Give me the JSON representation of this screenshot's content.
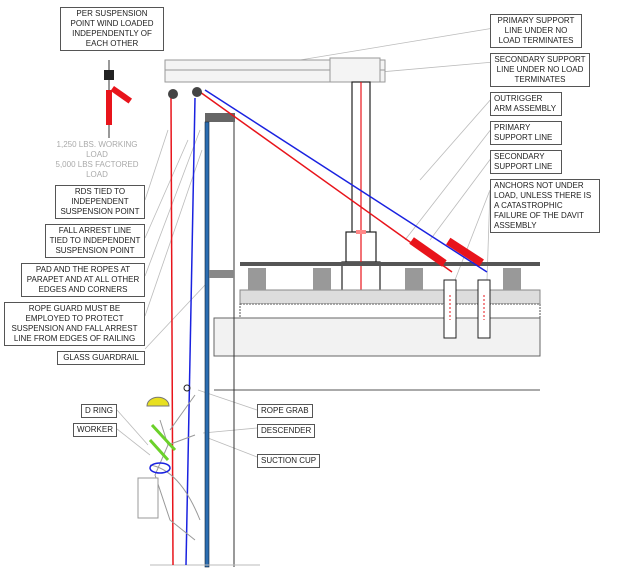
{
  "labels": {
    "wind_loaded": "PER SUSPENSION POINT WIND LOADED INDEPENDENTLY OF EACH OTHER",
    "load_working": "1,250 LBS. WORKING LOAD",
    "load_factored": "5,000 LBS FACTORED LOAD",
    "rds": "RDS TIED TO INDEPENDENT SUSPENSION POINT",
    "fall_arrest": "FALL ARREST LINE TIED TO INDEPENDENT SUSPENSION POINT",
    "pad": "PAD AND THE ROPES AT PARAPET AND AT ALL OTHER EDGES AND CORNERS",
    "rope_guard": "ROPE GUARD MUST BE EMPLOYED TO PROTECT SUSPENSION AND FALL ARREST LINE FROM EDGES OF RAILING",
    "glass_guardrail": "GLASS  GUARDRAIL",
    "primary_no_load": "PRIMARY SUPPORT LINE UNDER NO LOAD TERMINATES",
    "secondary_no_load": "SECONDARY SUPPORT LINE UNDER NO LOAD TERMINATES",
    "outrigger": "OUTRIGGER ARM ASSEMBLY",
    "primary_line": "PRIMARY SUPPORT LINE",
    "secondary_line": "SECONDARY SUPPORT LINE",
    "anchors": "ANCHORS NOT UNDER LOAD, UNLESS THERE IS A CATASTROPHIC FAILURE  OF THE DAVIT ASSEMBLY",
    "d_ring": "D RING",
    "worker": "WORKER",
    "rope_grab": "ROPE GRAB",
    "descender": "DESCENDER",
    "suction_cup": "SUCTION CUP"
  },
  "colors": {
    "primary_line": "#e8141b",
    "secondary_line": "#1a22e0",
    "wall": "#2b6cb0"
  }
}
